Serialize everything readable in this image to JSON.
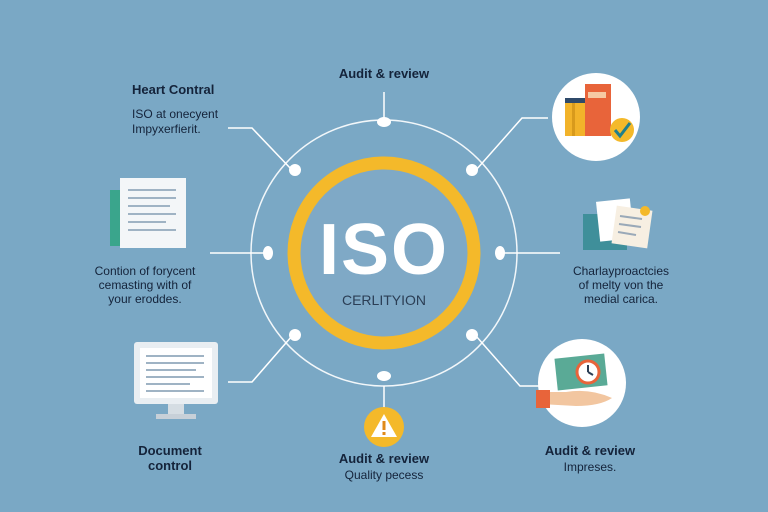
{
  "colors": {
    "background": "#7aa8c5",
    "ring": "#f4b92a",
    "hub_fill": "#7fa9c6",
    "line": "#ffffff",
    "text": "#14233a"
  },
  "hub": {
    "title": "ISO",
    "subtitle": "CERLITYION"
  },
  "nodes": {
    "top_center": {
      "title": "Audit & review"
    },
    "top_left": {
      "title": "Heart Contral",
      "text1": "ISO at onecyent",
      "text2": "Impyxerfierit."
    },
    "mid_left": {
      "text1": "Contion of forycent",
      "text2": "cemasting with of",
      "text3": "your eroddes.",
      "icon": "document-icon"
    },
    "bottom_left": {
      "title1": "Document",
      "title2": "control",
      "icon": "computer-monitor-icon"
    },
    "bottom_center": {
      "title": "Audit & review",
      "text1": "Quality pecess",
      "icon": "warning-icon"
    },
    "top_right": {
      "icon": "checklist-books-icon"
    },
    "mid_right": {
      "text1": "Charlayproactcies",
      "text2": "of melty von the",
      "text3": "medial carica.",
      "icon": "papers-icon"
    },
    "bottom_right": {
      "title": "Audit & review",
      "text1": "Impreses.",
      "icon": "hand-clock-icon"
    }
  }
}
